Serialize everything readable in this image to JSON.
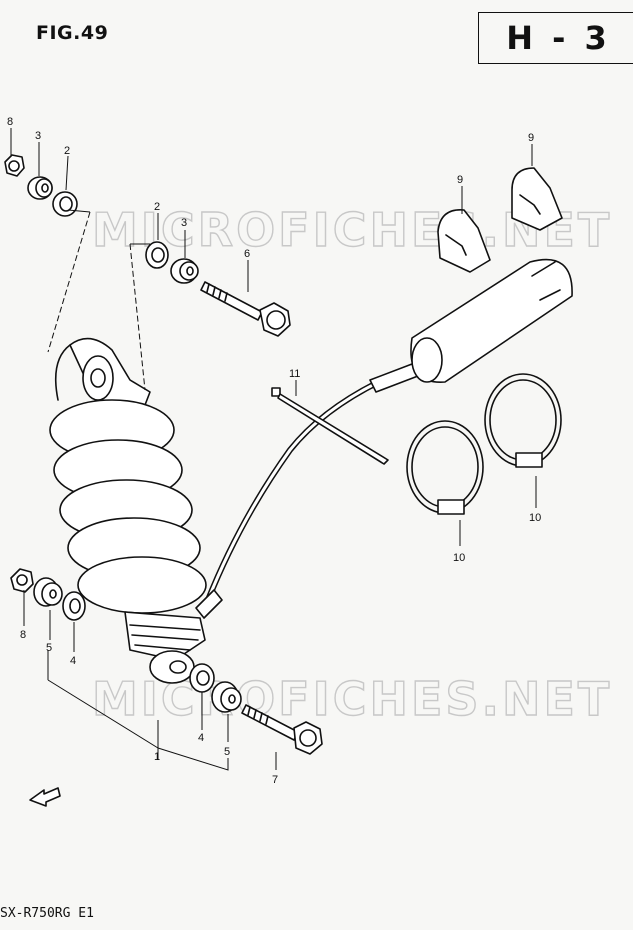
{
  "figure": {
    "title": "FIG.49",
    "section": "H - 3",
    "model_code": "SX-R750RG E1"
  },
  "watermark": {
    "text": "MICROFICHES.NET"
  },
  "callouts": [
    "8",
    "3",
    "2",
    "2",
    "3",
    "6",
    "9",
    "9",
    "11",
    "10",
    "10",
    "8",
    "5",
    "4",
    "1",
    "4",
    "5",
    "7"
  ],
  "colors": {
    "ink": "#111111",
    "paper": "#f7f7f5",
    "watermark": "#c8c8c8"
  }
}
